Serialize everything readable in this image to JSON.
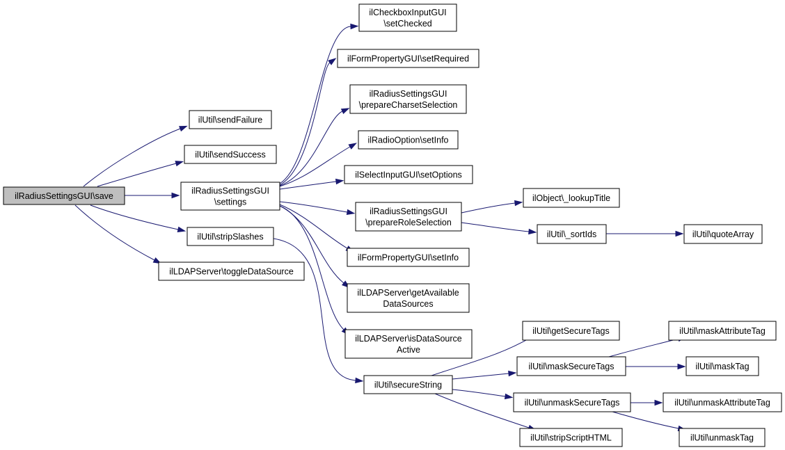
{
  "graph": {
    "colors": {
      "edge": "#191970",
      "root_fill": "#bfbfbf",
      "node_fill": "#ffffff",
      "border": "#000000"
    },
    "nodes": [
      {
        "id": "save",
        "lines": [
          "ilRadiusSettingsGUI\\save"
        ],
        "root": true
      },
      {
        "id": "sendFailure",
        "lines": [
          "ilUtil\\sendFailure"
        ]
      },
      {
        "id": "sendSuccess",
        "lines": [
          "ilUtil\\sendSuccess"
        ]
      },
      {
        "id": "settings",
        "lines": [
          "ilRadiusSettingsGUI",
          "\\settings"
        ]
      },
      {
        "id": "stripSlashes",
        "lines": [
          "ilUtil\\stripSlashes"
        ]
      },
      {
        "id": "toggleDataSource",
        "lines": [
          "ilLDAPServer\\toggleDataSource"
        ]
      },
      {
        "id": "setChecked",
        "lines": [
          "ilCheckboxInputGUI",
          "\\setChecked"
        ]
      },
      {
        "id": "setRequired",
        "lines": [
          "ilFormPropertyGUI\\setRequired"
        ]
      },
      {
        "id": "prepareCharset",
        "lines": [
          "ilRadiusSettingsGUI",
          "\\prepareCharsetSelection"
        ]
      },
      {
        "id": "radioSetInfo",
        "lines": [
          "ilRadioOption\\setInfo"
        ]
      },
      {
        "id": "setOptions",
        "lines": [
          "ilSelectInputGUI\\setOptions"
        ]
      },
      {
        "id": "prepareRole",
        "lines": [
          "ilRadiusSettingsGUI",
          "\\prepareRoleSelection"
        ]
      },
      {
        "id": "formSetInfo",
        "lines": [
          "ilFormPropertyGUI\\setInfo"
        ]
      },
      {
        "id": "getAvailable",
        "lines": [
          "ilLDAPServer\\getAvailable",
          "DataSources"
        ]
      },
      {
        "id": "isActive",
        "lines": [
          "ilLDAPServer\\isDataSource",
          "Active"
        ]
      },
      {
        "id": "secureString",
        "lines": [
          "ilUtil\\secureString"
        ]
      },
      {
        "id": "lookupTitle",
        "lines": [
          "ilObject\\_lookupTitle"
        ]
      },
      {
        "id": "sortIds",
        "lines": [
          "ilUtil\\_sortIds"
        ]
      },
      {
        "id": "quoteArray",
        "lines": [
          "ilUtil\\quoteArray"
        ]
      },
      {
        "id": "getSecureTags",
        "lines": [
          "ilUtil\\getSecureTags"
        ]
      },
      {
        "id": "maskSecureTags",
        "lines": [
          "ilUtil\\maskSecureTags"
        ]
      },
      {
        "id": "unmaskSecureTags",
        "lines": [
          "ilUtil\\unmaskSecureTags"
        ]
      },
      {
        "id": "stripScript",
        "lines": [
          "ilUtil\\stripScriptHTML"
        ]
      },
      {
        "id": "maskAttributeTag",
        "lines": [
          "ilUtil\\maskAttributeTag"
        ]
      },
      {
        "id": "maskTag",
        "lines": [
          "ilUtil\\maskTag"
        ]
      },
      {
        "id": "unmaskAttributeTag",
        "lines": [
          "ilUtil\\unmaskAttributeTag"
        ]
      },
      {
        "id": "unmaskTag",
        "lines": [
          "ilUtil\\unmaskTag"
        ]
      }
    ],
    "edges": [
      [
        "save",
        "sendFailure"
      ],
      [
        "save",
        "sendSuccess"
      ],
      [
        "save",
        "settings"
      ],
      [
        "save",
        "stripSlashes"
      ],
      [
        "save",
        "toggleDataSource"
      ],
      [
        "settings",
        "setChecked"
      ],
      [
        "settings",
        "setRequired"
      ],
      [
        "settings",
        "prepareCharset"
      ],
      [
        "settings",
        "radioSetInfo"
      ],
      [
        "settings",
        "setOptions"
      ],
      [
        "settings",
        "prepareRole"
      ],
      [
        "settings",
        "formSetInfo"
      ],
      [
        "settings",
        "getAvailable"
      ],
      [
        "settings",
        "isActive"
      ],
      [
        "stripSlashes",
        "secureString"
      ],
      [
        "prepareRole",
        "lookupTitle"
      ],
      [
        "prepareRole",
        "sortIds"
      ],
      [
        "sortIds",
        "quoteArray"
      ],
      [
        "secureString",
        "getSecureTags"
      ],
      [
        "secureString",
        "maskSecureTags"
      ],
      [
        "secureString",
        "unmaskSecureTags"
      ],
      [
        "secureString",
        "stripScript"
      ],
      [
        "maskSecureTags",
        "maskAttributeTag"
      ],
      [
        "maskSecureTags",
        "maskTag"
      ],
      [
        "unmaskSecureTags",
        "unmaskAttributeTag"
      ],
      [
        "unmaskSecureTags",
        "unmaskTag"
      ]
    ]
  }
}
